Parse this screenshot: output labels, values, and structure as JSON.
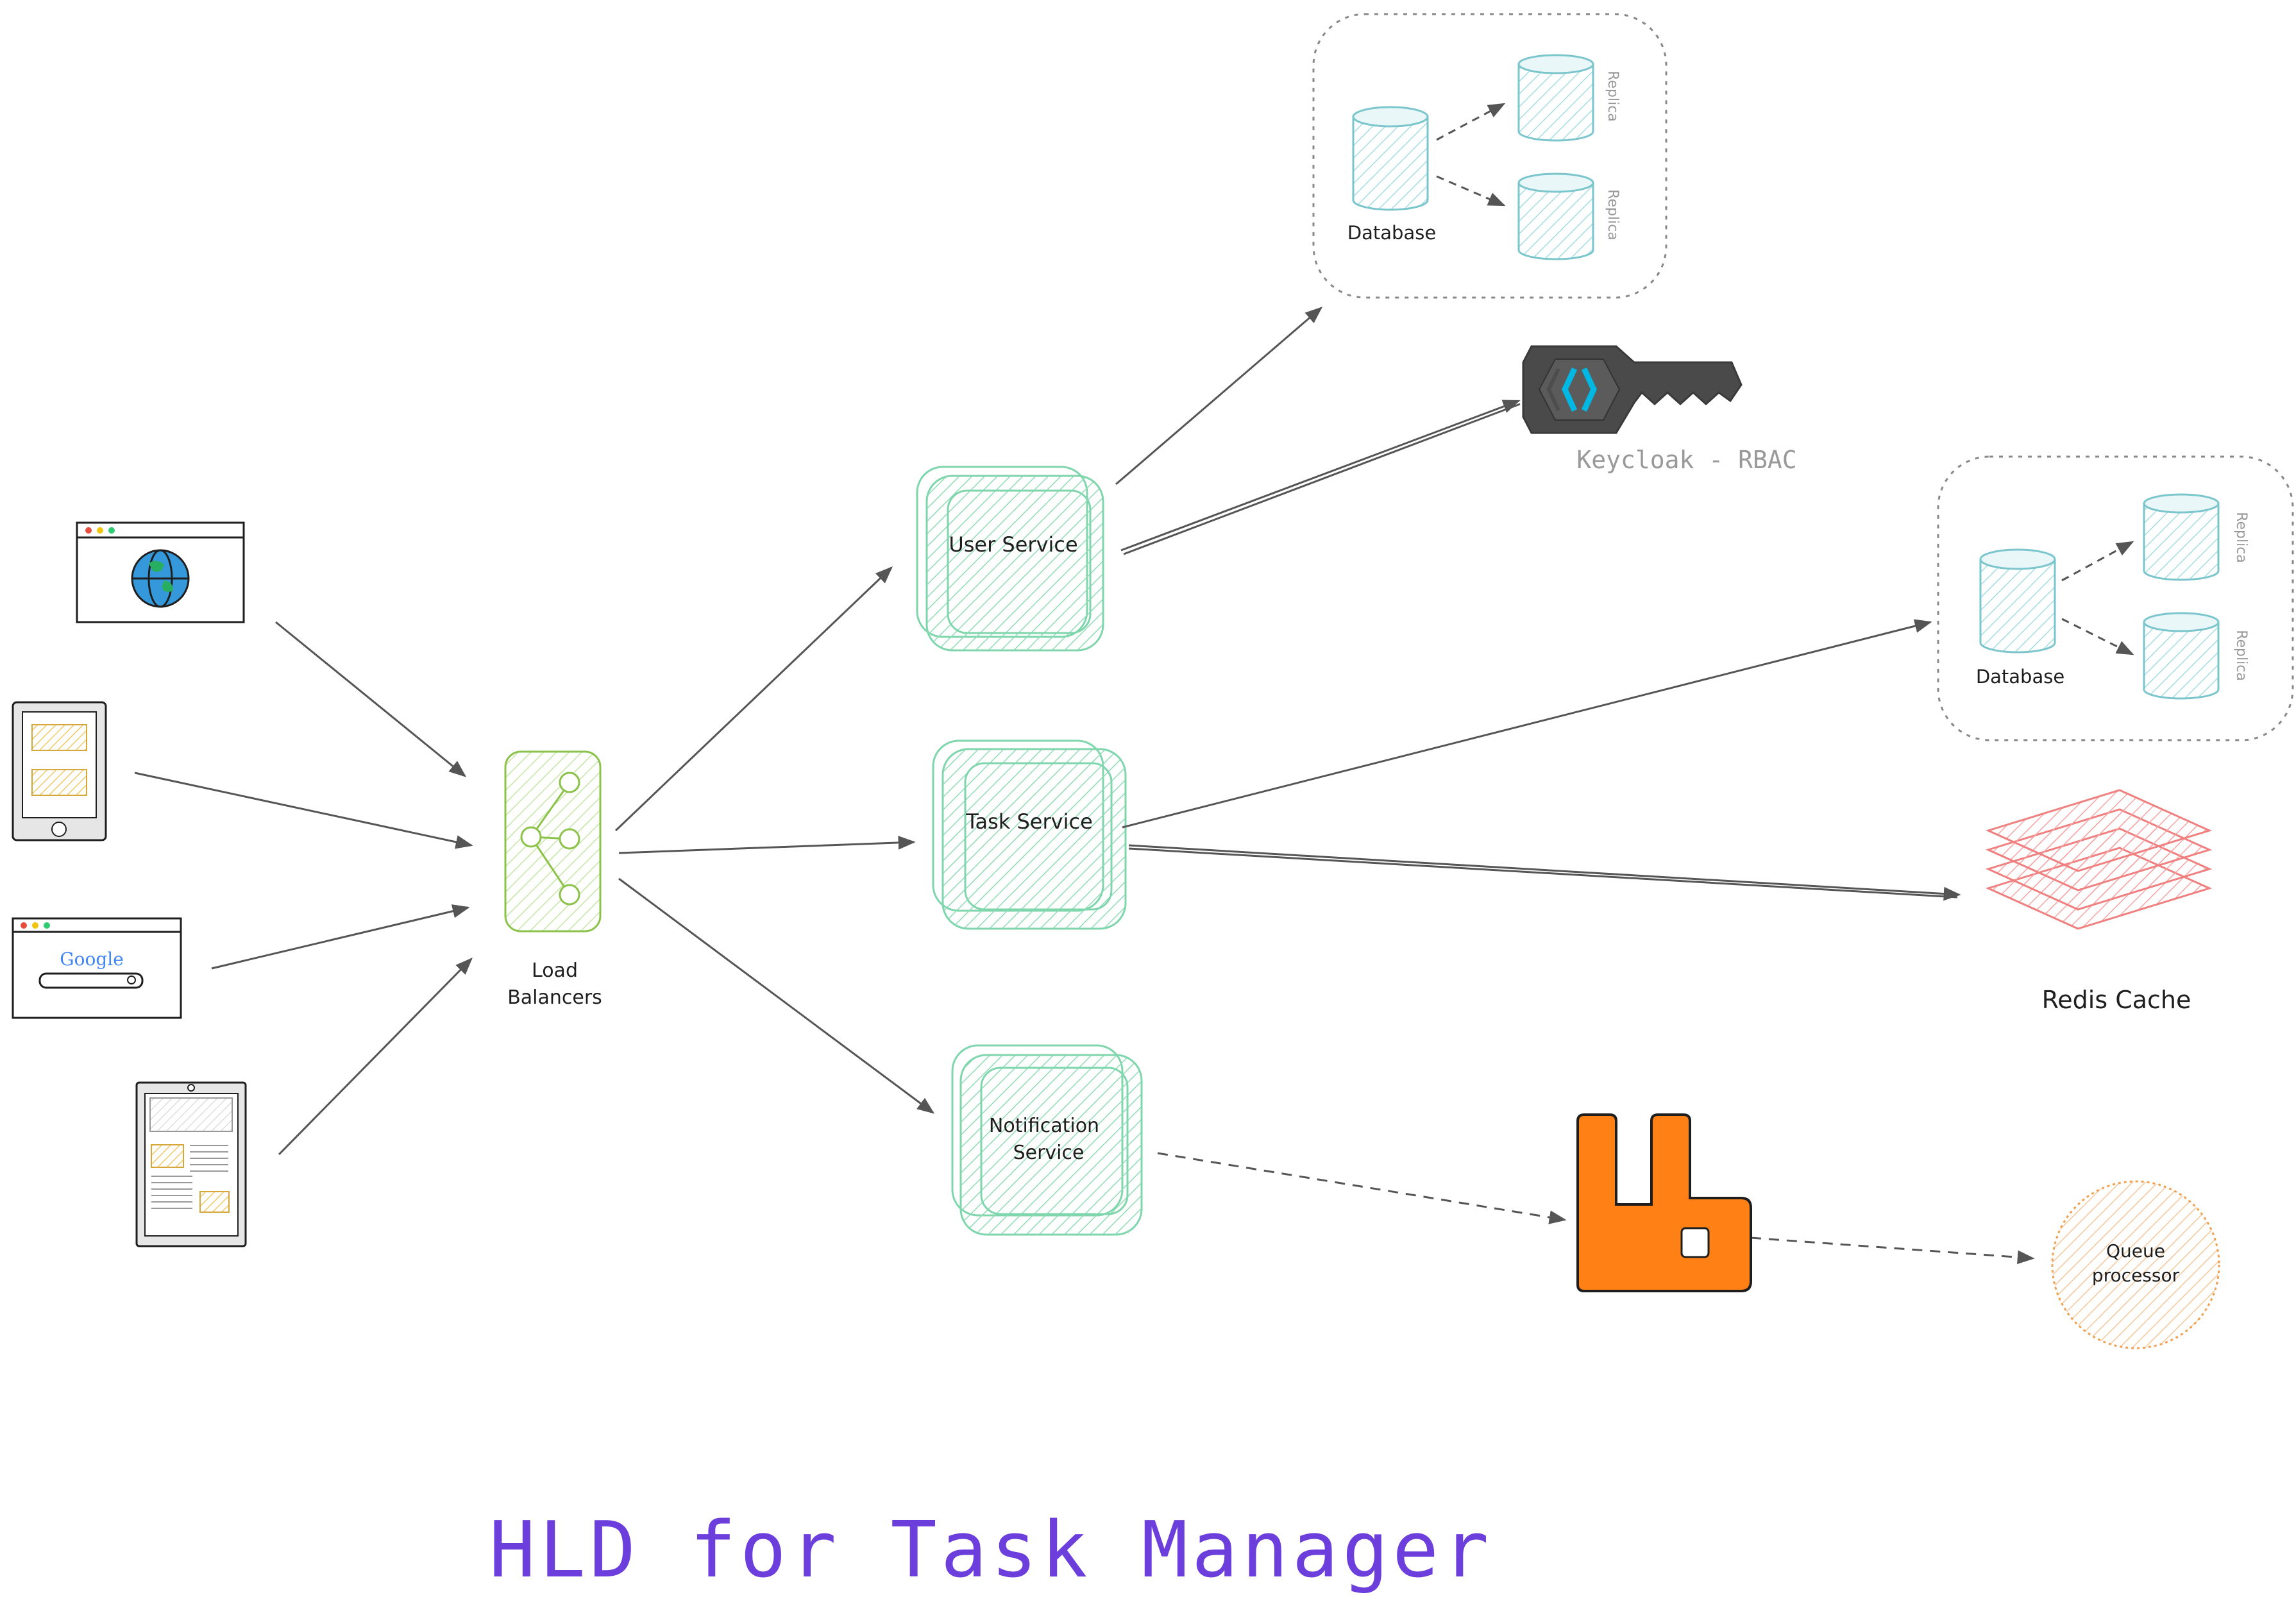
{
  "clients": {
    "browser_icon": "globe-browser-icon",
    "mobile_icon": "mobile-phone-icon",
    "search_icon": "google-search-window-icon",
    "search_brand": "Google",
    "tablet_icon": "tablet-article-icon"
  },
  "load_balancer": {
    "label_line1": "Load",
    "label_line2": "Balancers",
    "icon": "share-node-icon"
  },
  "services": {
    "user": "User Service",
    "task": "Task Service",
    "notification_line1": "Notification",
    "notification_line2": "Service"
  },
  "databases": {
    "top": {
      "primary_label": "Database",
      "replica1": "Replica",
      "replica2": "Replica"
    },
    "right": {
      "primary_label": "Database",
      "replica1": "Replica",
      "replica2": "Replica"
    }
  },
  "keycloak": {
    "label": "Keycloak - RBAC",
    "icon": "keycloak-key-icon"
  },
  "redis": {
    "label": "Redis Cache",
    "icon": "redis-layers-icon"
  },
  "queue": {
    "icon": "rabbitmq-icon"
  },
  "queue_processor": {
    "label_line1": "Queue",
    "label_line2": "processor"
  },
  "title": "HLD for Task Manager",
  "colors": {
    "service_green": "#6fcf9f",
    "database_cyan": "#7bc6cc",
    "load_balancer_green": "#8bc34a",
    "redis_red": "#f08080",
    "rabbit_orange": "#ff8015",
    "queue_processor_orange": "#f0a050",
    "title_purple": "#6c3fdc",
    "arrow_gray": "#555555"
  }
}
